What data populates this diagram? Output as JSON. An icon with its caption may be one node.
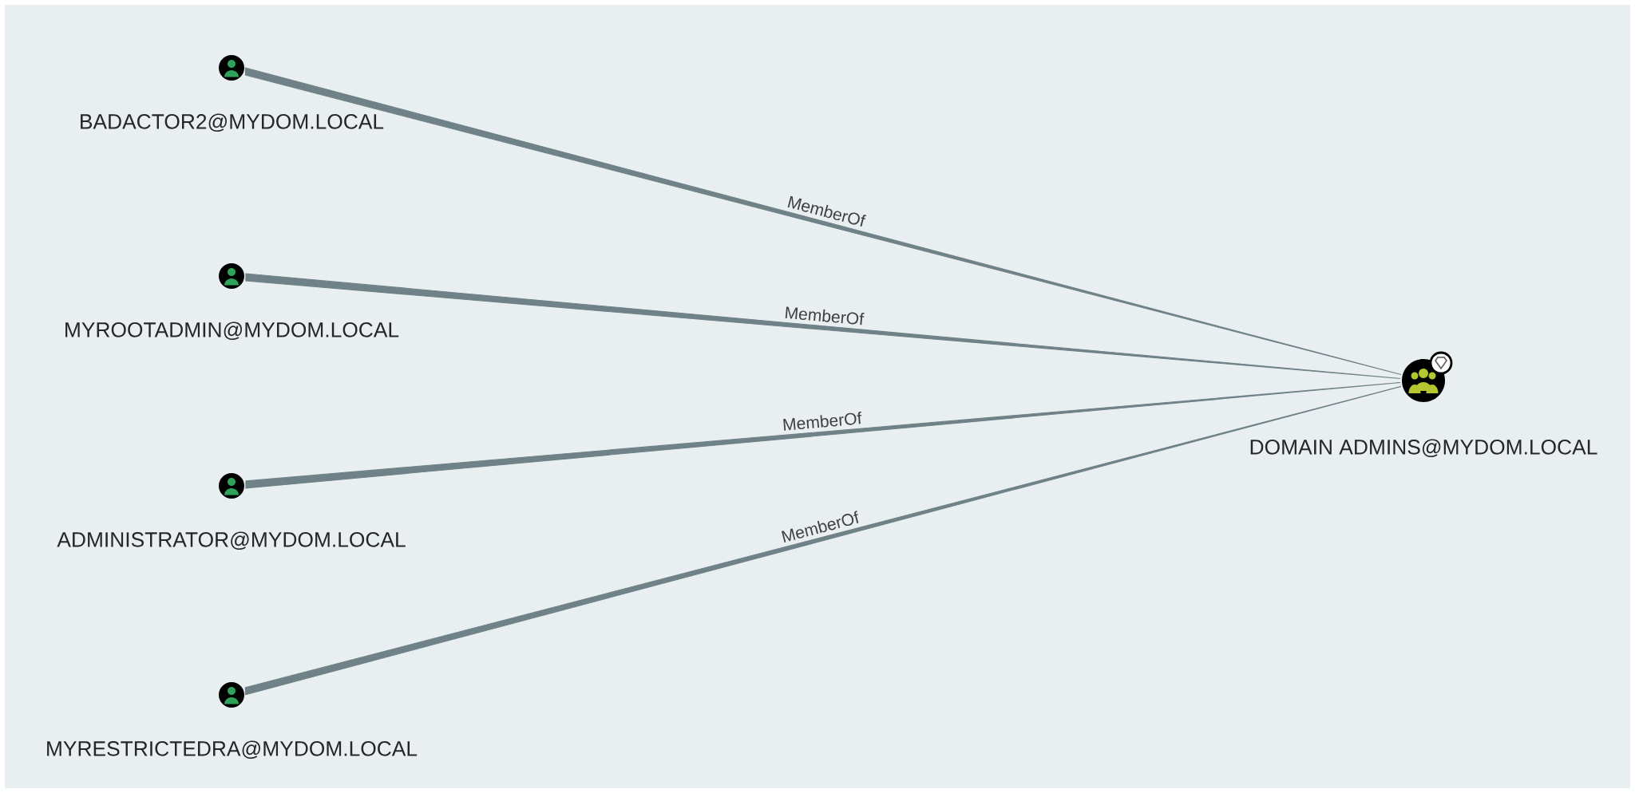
{
  "diagram": {
    "nodes": [
      {
        "text": [
          "BADACTOR2@MYDOM.LOCAL"
        ]
      },
      {
        "text": [
          "MYROOTADMIN@MYDOM.LOCAL"
        ]
      },
      {
        "text": [
          "ADMINISTRATOR@MYDOM.LOCAL"
        ]
      },
      {
        "text": [
          "MYRESTRICTEDRA@MYDOM.LOCAL"
        ]
      },
      {
        "text": [
          "DOMAIN ADMINS@MYDOM.LOCAL"
        ]
      }
    ],
    "edges": [
      {
        "from": 0,
        "to": 4,
        "arrow": "none",
        "label": "MemberOf"
      },
      {
        "from": 1,
        "to": 4,
        "arrow": "none",
        "label": "MemberOf"
      },
      {
        "from": 2,
        "to": 4,
        "arrow": "none",
        "label": "MemberOf"
      },
      {
        "from": 3,
        "to": 4,
        "arrow": "none",
        "label": "MemberOf"
      }
    ]
  }
}
